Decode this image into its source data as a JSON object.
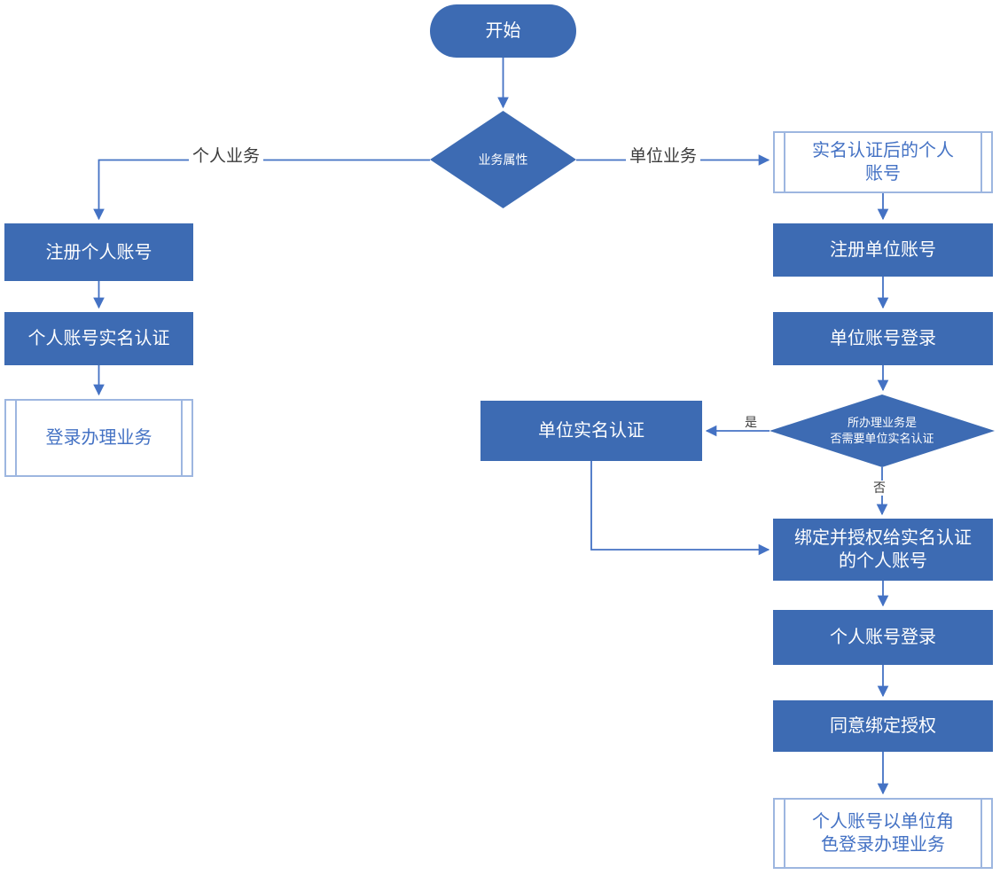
{
  "diagram": {
    "type": "flowchart",
    "colors": {
      "node_fill": "#3d6bb3",
      "node_text": "#ffffff",
      "connector": "#4472c4",
      "outline_border": "#9db6e0",
      "outline_text": "#4472c4",
      "edge_label_text": "#3b3b3b",
      "background": "#ffffff"
    },
    "nodes": {
      "start": {
        "label": "开始",
        "shape": "stadium"
      },
      "decision_business_type": {
        "label": "业务属性",
        "shape": "diamond"
      },
      "register_personal": {
        "label": "注册个人账号",
        "shape": "process"
      },
      "personal_realname": {
        "label": "个人账号实名认证",
        "shape": "process"
      },
      "login_handle_business": {
        "label": "登录办理业务",
        "shape": "subroutine"
      },
      "personal_account_after_realname": {
        "label": "实名认证后的个人\n账号",
        "shape": "subroutine"
      },
      "register_unit": {
        "label": "注册单位账号",
        "shape": "process"
      },
      "unit_login": {
        "label": "单位账号登录",
        "shape": "process"
      },
      "decision_need_unit_realname": {
        "label": "所办理业务是\n否需要单位实名认证",
        "shape": "diamond"
      },
      "unit_realname": {
        "label": "单位实名认证",
        "shape": "process"
      },
      "bind_authorize": {
        "label": "绑定并授权给实名认证\n的个人账号",
        "shape": "process"
      },
      "personal_login": {
        "label": "个人账号登录",
        "shape": "process"
      },
      "agree_bind_authorize": {
        "label": "同意绑定授权",
        "shape": "process"
      },
      "personal_as_unit_role": {
        "label": "个人账号以单位角\n色登录办理业务",
        "shape": "subroutine"
      }
    },
    "edge_labels": {
      "personal_business": "个人业务",
      "unit_business": "单位业务",
      "yes": "是",
      "no": "否"
    }
  }
}
